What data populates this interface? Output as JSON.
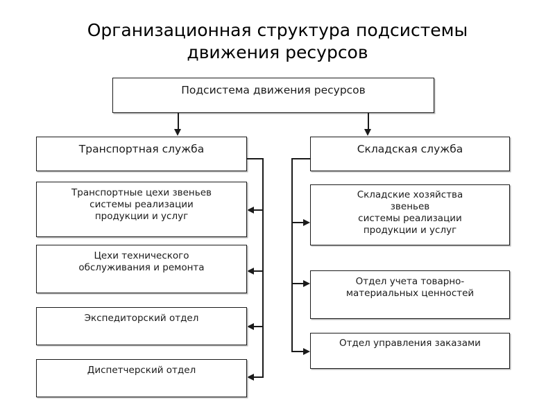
{
  "title": {
    "line1": "Организационная структура подсистемы",
    "line2": "движения ресурсов"
  },
  "diagram": {
    "root": {
      "label": "Подсистема движения ресурсов"
    },
    "branches": [
      {
        "id": "transport",
        "label": "Транспортная служба",
        "children": [
          {
            "id": "transport-shops",
            "lines": [
              "Транспортные цехи звеньев",
              "системы реализации",
              "продукции и услуг"
            ]
          },
          {
            "id": "maintenance-shops",
            "lines": [
              "Цехи технического",
              "обслуживания и ремонта"
            ]
          },
          {
            "id": "forwarding-dept",
            "lines": [
              "Экспедиторский отдел"
            ]
          },
          {
            "id": "dispatch-dept",
            "lines": [
              "Диспетчерский отдел"
            ]
          }
        ]
      },
      {
        "id": "warehouse",
        "label": "Складская служба",
        "children": [
          {
            "id": "warehouse-facilities",
            "lines": [
              "Складские хозяйства",
              "звеньев",
              "системы реализации",
              "продукции и услуг"
            ]
          },
          {
            "id": "inventory-dept",
            "lines": [
              "Отдел учета товарно-",
              "материальных ценностей"
            ]
          },
          {
            "id": "order-mgmt-dept",
            "lines": [
              "Отдел управления заказами"
            ]
          }
        ]
      }
    ]
  },
  "colors": {
    "background": "#ffffff",
    "stroke": "#1a1a1a",
    "text": "#1a1a1a",
    "shadow": "#b9b9b9"
  }
}
